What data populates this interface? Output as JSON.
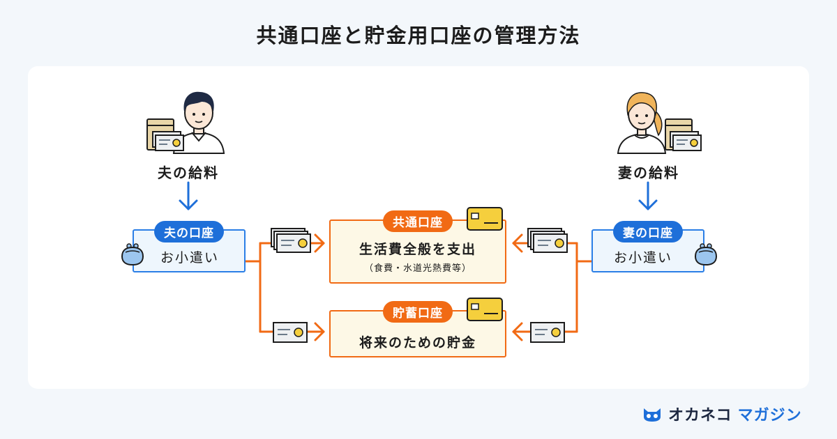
{
  "title": "共通口座と貯金用口座の管理方法",
  "husband": {
    "salary_label": "夫の給料",
    "account_tag": "夫の口座",
    "account_body": "お小遣い"
  },
  "wife": {
    "salary_label": "妻の給料",
    "account_tag": "妻の口座",
    "account_body": "お小遣い"
  },
  "shared_account": {
    "tag": "共通口座",
    "main": "生活費全般を支出",
    "sub": "（食費・水道光熱費等）"
  },
  "savings_account": {
    "tag": "貯蓄口座",
    "main": "将来のための貯金"
  },
  "logo": {
    "text": "オカネコ",
    "text2": "マガジン"
  },
  "colors": {
    "blue": "#1e6fd9",
    "orange": "#f16a14",
    "card_yellow": "#f5cf3d",
    "background": "#f3f7fb"
  },
  "icons": [
    "person-husband-icon",
    "person-wife-icon",
    "pay-envelope-icon",
    "cash-bill-icon",
    "coin-purse-icon",
    "credit-card-icon",
    "down-arrow-icon",
    "right-arrow-icon",
    "left-arrow-icon",
    "cat-face-logo-icon"
  ]
}
